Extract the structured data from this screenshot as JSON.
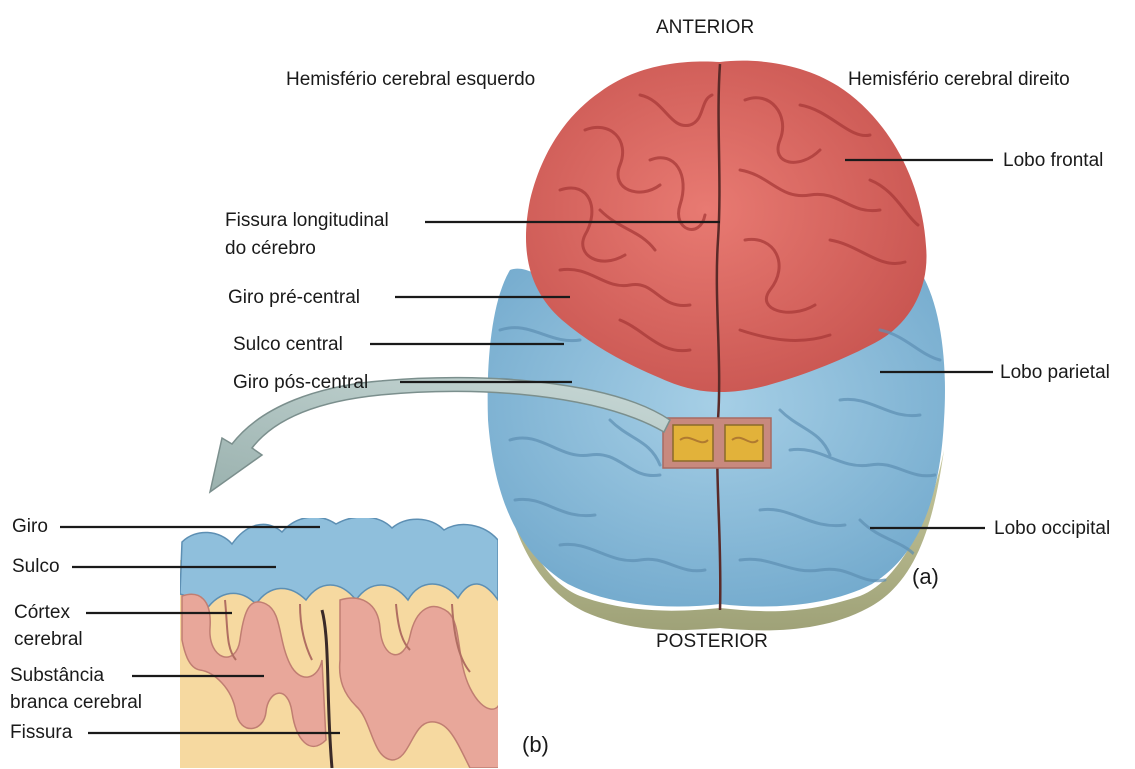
{
  "orientation": {
    "top": "ANTERIOR",
    "bottom": "POSTERIOR"
  },
  "hemispheres": {
    "left": "Hemisfério cerebral esquerdo",
    "right": "Hemisfério cerebral direito"
  },
  "view_a": {
    "letter": "(a)",
    "labels": {
      "lobo_frontal": "Lobo frontal",
      "fissura_line1": "Fissura longitudinal",
      "fissura_line2": "do cérebro",
      "giro_pre_central": "Giro pré-central",
      "sulco_central": "Sulco central",
      "giro_pos_central": "Giro pós-central",
      "lobo_parietal": "Lobo parietal",
      "lobo_occipital": "Lobo occipital"
    }
  },
  "view_b": {
    "letter": "(b)",
    "labels": {
      "giro": "Giro",
      "sulco": "Sulco",
      "cortex_line1": "Córtex",
      "cortex_line2": "cerebral",
      "substancia_line1": "Substância",
      "substancia_line2": "branca cerebral",
      "fissura": "Fissura"
    }
  },
  "colors": {
    "frontal": "#d9625c",
    "parietal": "#8fbfdc",
    "occipital": "#b9b98e",
    "cortex": "#e8a79a",
    "white_matter": "#f6d9a0",
    "arrow": "#a9bdbb"
  }
}
